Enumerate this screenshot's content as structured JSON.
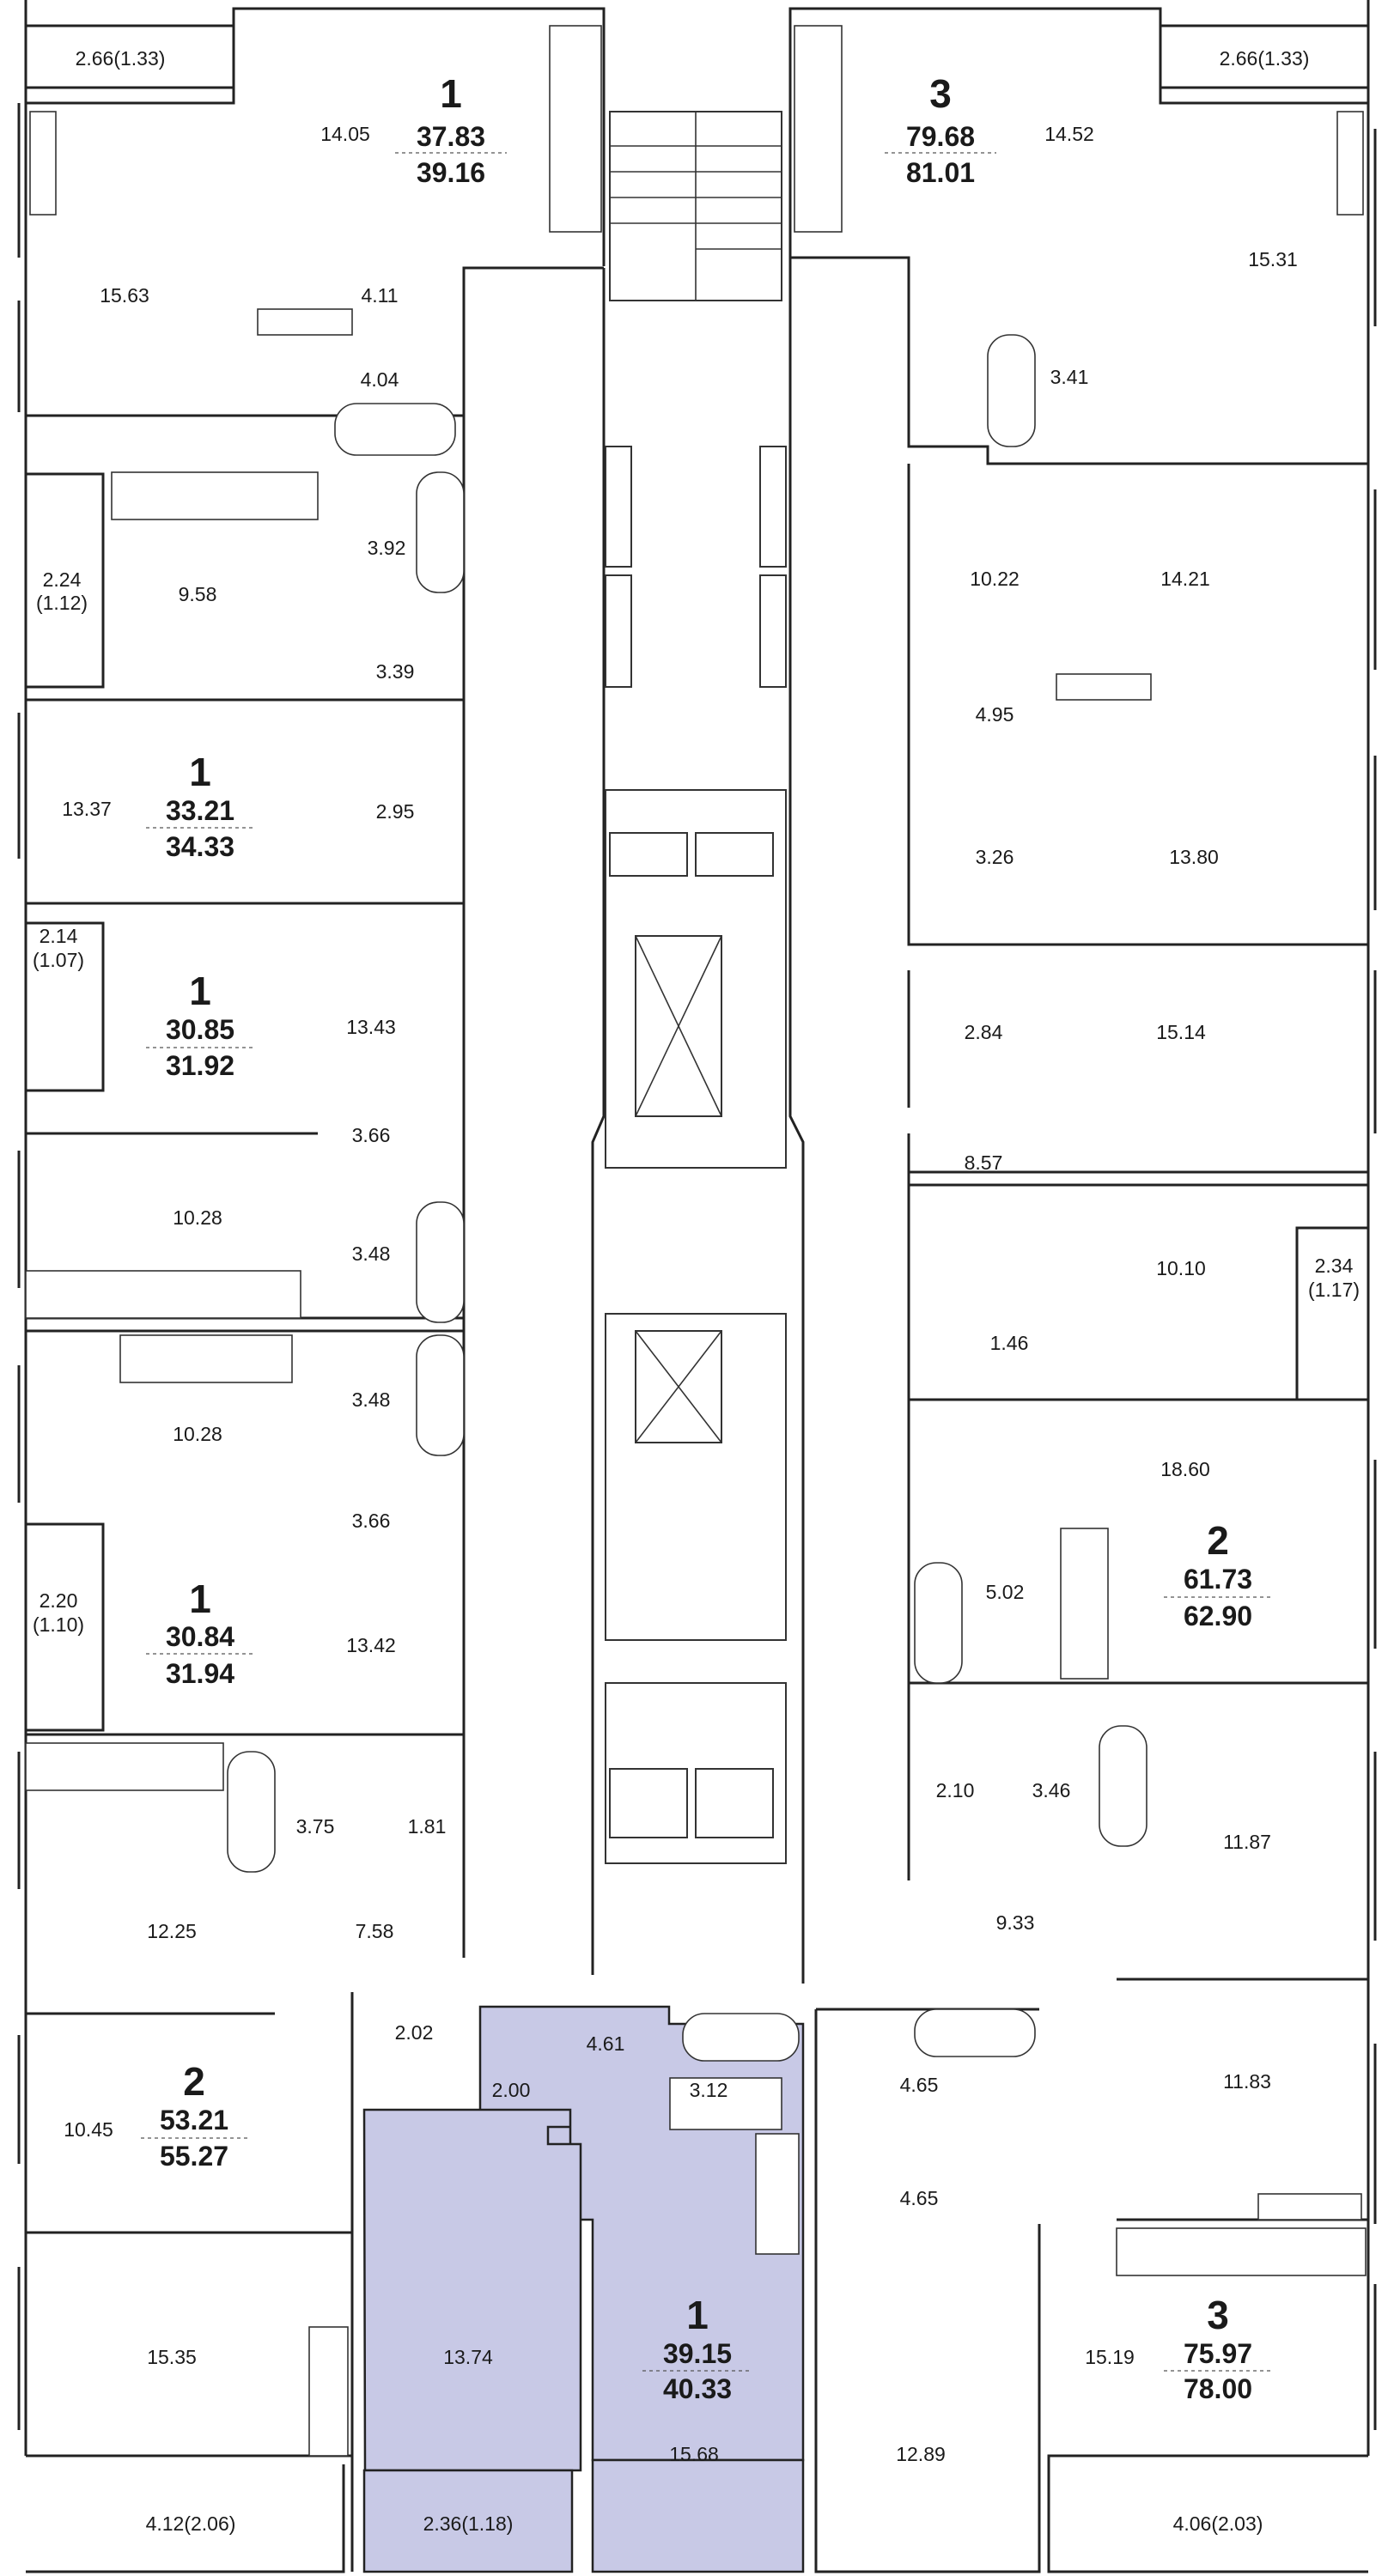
{
  "floor_plan": {
    "apartments": [
      {
        "id": "apt-1-top-left",
        "rooms": "1",
        "living_area": "37.83",
        "total_area": "39.16"
      },
      {
        "id": "apt-3-top-right",
        "rooms": "3",
        "living_area": "79.68",
        "total_area": "81.01"
      },
      {
        "id": "apt-1-left-a",
        "rooms": "1",
        "living_area": "33.21",
        "total_area": "34.33"
      },
      {
        "id": "apt-1-left-b",
        "rooms": "1",
        "living_area": "30.85",
        "total_area": "31.92"
      },
      {
        "id": "apt-1-left-c",
        "rooms": "1",
        "living_area": "30.84",
        "total_area": "31.94"
      },
      {
        "id": "apt-2-right",
        "rooms": "2",
        "living_area": "61.73",
        "total_area": "62.90"
      },
      {
        "id": "apt-2-bottom-left",
        "rooms": "2",
        "living_area": "53.21",
        "total_area": "55.27"
      },
      {
        "id": "apt-1-highlighted",
        "rooms": "1",
        "living_area": "39.15",
        "total_area": "40.33",
        "highlighted": true
      },
      {
        "id": "apt-3-bottom-right",
        "rooms": "3",
        "living_area": "75.97",
        "total_area": "78.00"
      }
    ],
    "room_areas": {
      "balcony_top_left": "2.66(1.33)",
      "balcony_top_right": "2.66(1.33)",
      "r_14_05": "14.05",
      "r_14_52": "14.52",
      "r_15_63": "15.63",
      "r_15_31": "15.31",
      "r_4_11": "4.11",
      "r_4_04": "4.04",
      "r_3_41": "3.41",
      "balcony_2_24": "2.24",
      "balcony_2_24_half": "(1.12)",
      "r_9_58": "9.58",
      "r_3_92": "3.92",
      "r_10_22": "10.22",
      "r_14_21": "14.21",
      "r_3_39": "3.39",
      "r_4_95": "4.95",
      "r_13_37": "13.37",
      "r_2_95": "2.95",
      "r_3_26": "3.26",
      "r_13_80": "13.80",
      "balcony_2_14": "2.14",
      "balcony_2_14_half": "(1.07)",
      "r_13_43": "13.43",
      "r_2_84": "2.84",
      "r_15_14": "15.14",
      "r_3_66_a": "3.66",
      "r_8_57": "8.57",
      "r_10_28_a": "10.28",
      "r_3_48_a": "3.48",
      "r_10_10": "10.10",
      "balcony_2_34": "2.34",
      "balcony_2_34_half": "(1.17)",
      "r_1_46": "1.46",
      "r_3_48_b": "3.48",
      "r_10_28_b": "10.28",
      "r_18_60": "18.60",
      "r_3_66_b": "3.66",
      "balcony_2_20": "2.20",
      "balcony_2_20_half": "(1.10)",
      "r_13_42": "13.42",
      "r_5_02": "5.02",
      "r_3_75": "3.75",
      "r_1_81": "1.81",
      "r_2_10": "2.10",
      "r_3_46": "3.46",
      "r_11_87": "11.87",
      "r_12_25": "12.25",
      "r_7_58": "7.58",
      "r_9_33": "9.33",
      "r_2_02": "2.02",
      "r_2_00": "2.00",
      "r_4_61": "4.61",
      "r_3_12": "3.12",
      "r_4_65_a": "4.65",
      "r_4_65_b": "4.65",
      "r_11_83": "11.83",
      "r_10_45": "10.45",
      "r_15_35": "15.35",
      "r_13_74": "13.74",
      "r_15_68": "15.68",
      "r_12_89": "12.89",
      "r_15_19": "15.19",
      "balcony_4_12": "4.12(2.06)",
      "balcony_2_36": "2.36(1.18)",
      "balcony_4_06": "4.06(2.03)"
    },
    "colors": {
      "highlight": "#c8c9e6",
      "wall": "#222222",
      "background": "#ffffff"
    }
  }
}
